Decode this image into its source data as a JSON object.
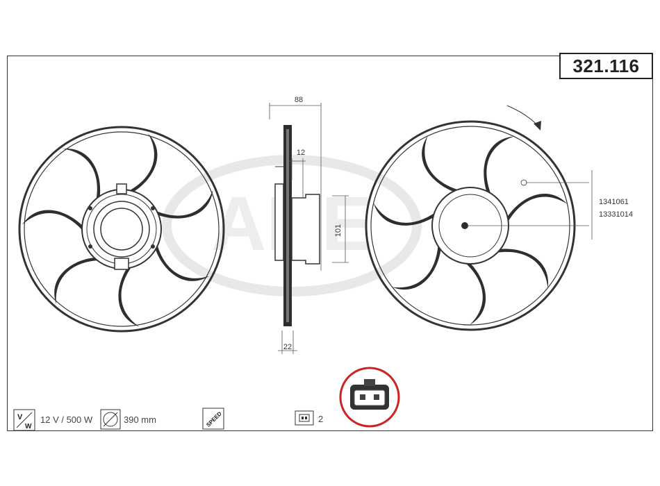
{
  "part_number": "321.116",
  "dimensions": {
    "depth_total": "88",
    "offset_top": "12",
    "motor_depth": "101",
    "offset_bottom": "22"
  },
  "oe_numbers": [
    "1341061",
    "13331014"
  ],
  "specs": {
    "voltage_power": "12 V / 500 W",
    "diameter": "390 mm",
    "speed_label": "SPEED",
    "connector_pins": "2"
  },
  "watermark": "AHE",
  "colors": {
    "blade": "#2e2e2e",
    "line": "#333333",
    "watermark": "#e8e8e8",
    "connector_ring": "#cc2222"
  }
}
